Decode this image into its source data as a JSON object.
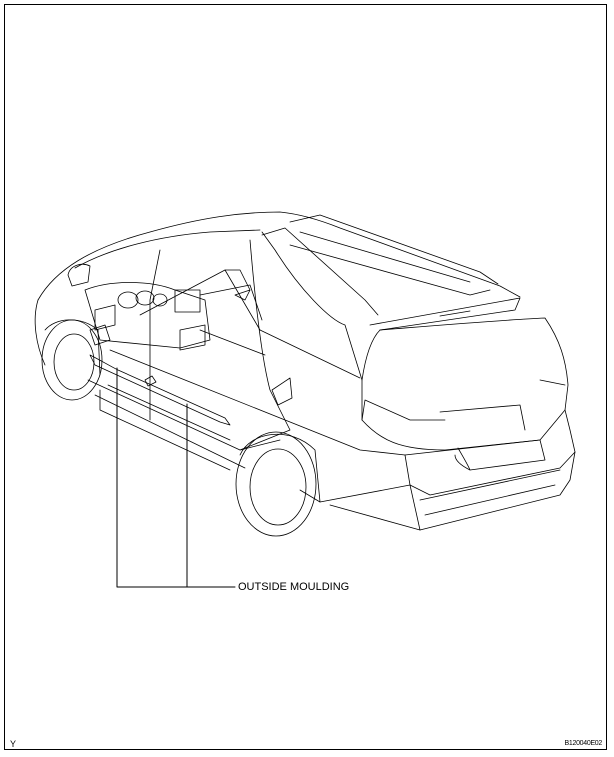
{
  "diagram": {
    "callouts": [
      {
        "label": "OUTSIDE MOULDING"
      }
    ],
    "corner_mark": "Y",
    "figure_code": "B120040E02"
  }
}
